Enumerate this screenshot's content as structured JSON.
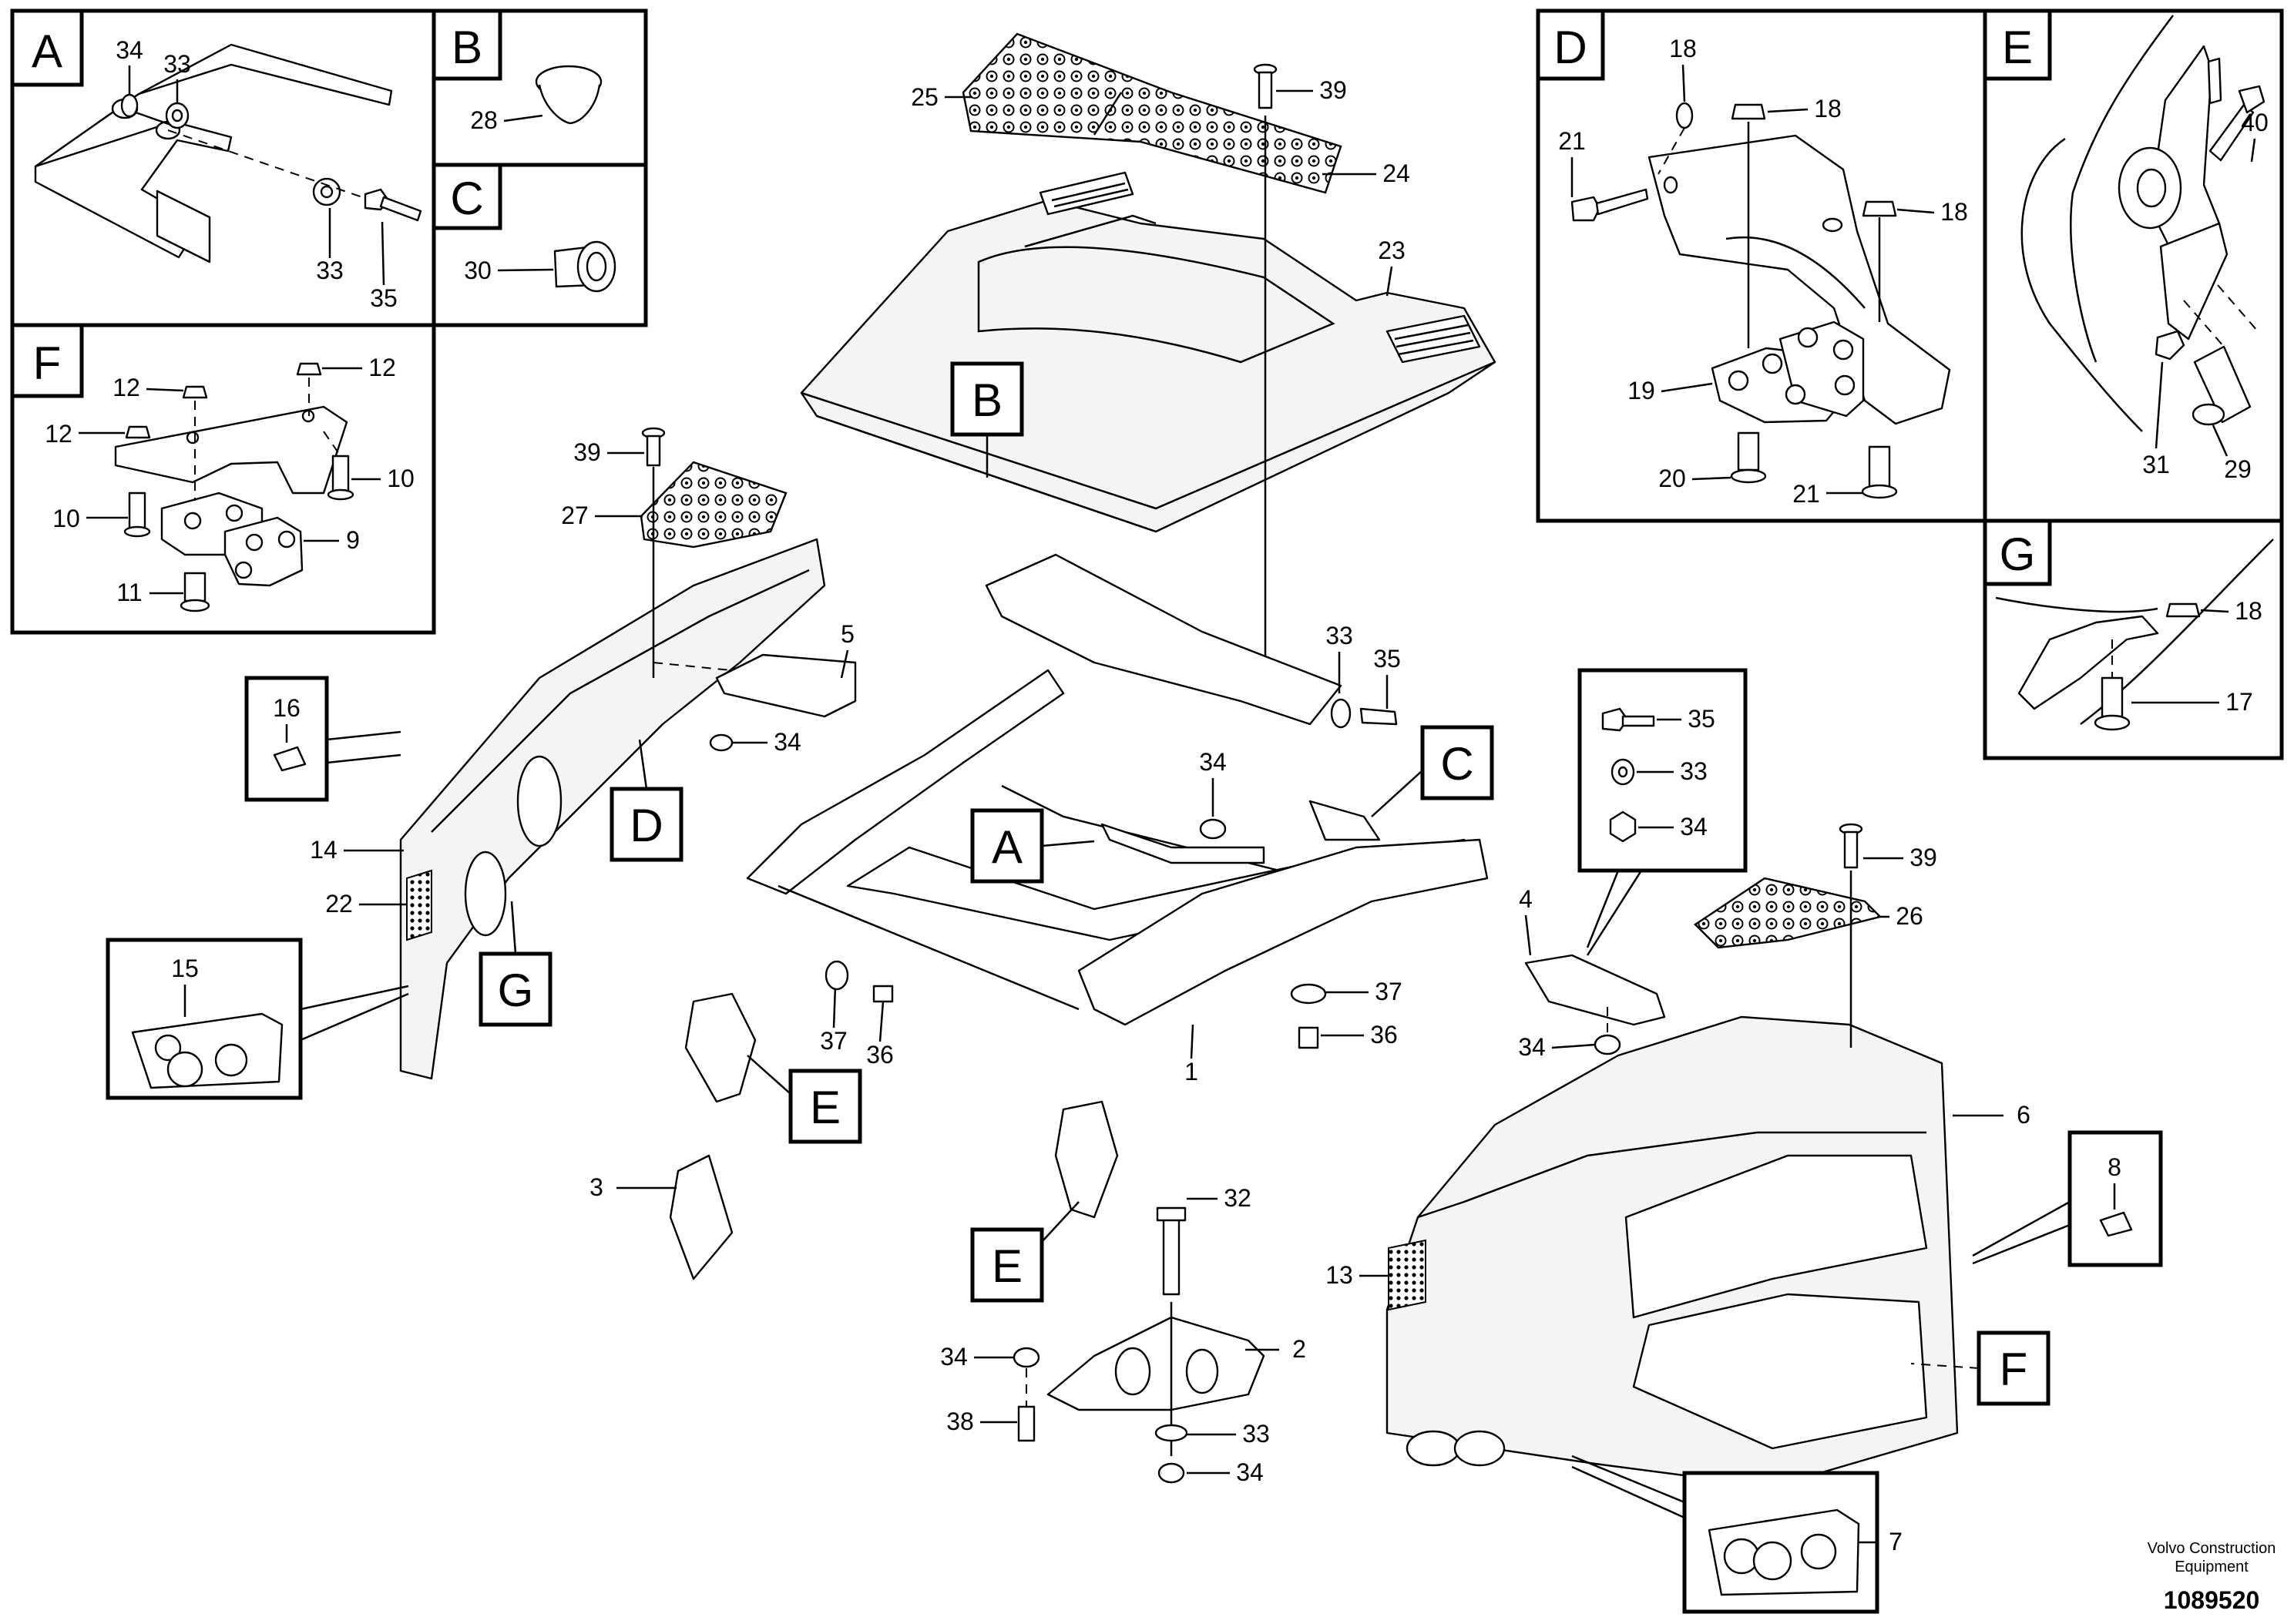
{
  "document": {
    "publisher_line1": "Volvo Construction",
    "publisher_line2": "Equipment",
    "drawing_number": "1089520"
  },
  "detail_views": {
    "A": {
      "letter": "A",
      "callouts": [
        "34",
        "33",
        "33",
        "35"
      ]
    },
    "B": {
      "letter": "B",
      "callouts": [
        "28"
      ]
    },
    "C": {
      "letter": "C",
      "callouts": [
        "30"
      ]
    },
    "D": {
      "letter": "D",
      "callouts": [
        "18",
        "18",
        "21",
        "18",
        "19",
        "20",
        "21"
      ]
    },
    "E": {
      "letter": "E",
      "callouts": [
        "40",
        "31",
        "29"
      ]
    },
    "F": {
      "letter": "F",
      "callouts": [
        "12",
        "12",
        "12",
        "10",
        "10",
        "9",
        "11"
      ]
    },
    "G": {
      "letter": "G",
      "callouts": [
        "18",
        "17"
      ]
    }
  },
  "view_markers": [
    "B",
    "C",
    "A",
    "D",
    "G",
    "E",
    "E",
    "F"
  ],
  "callouts": {
    "main": [
      "25",
      "39",
      "24",
      "23",
      "39",
      "27",
      "5",
      "34",
      "33",
      "35",
      "16",
      "14",
      "22",
      "15",
      "34",
      "37",
      "36",
      "37",
      "36",
      "1",
      "3",
      "32",
      "2",
      "34",
      "38",
      "33",
      "34",
      "35",
      "33",
      "34",
      "4",
      "34",
      "39",
      "26",
      "6",
      "8",
      "13",
      "7"
    ]
  }
}
